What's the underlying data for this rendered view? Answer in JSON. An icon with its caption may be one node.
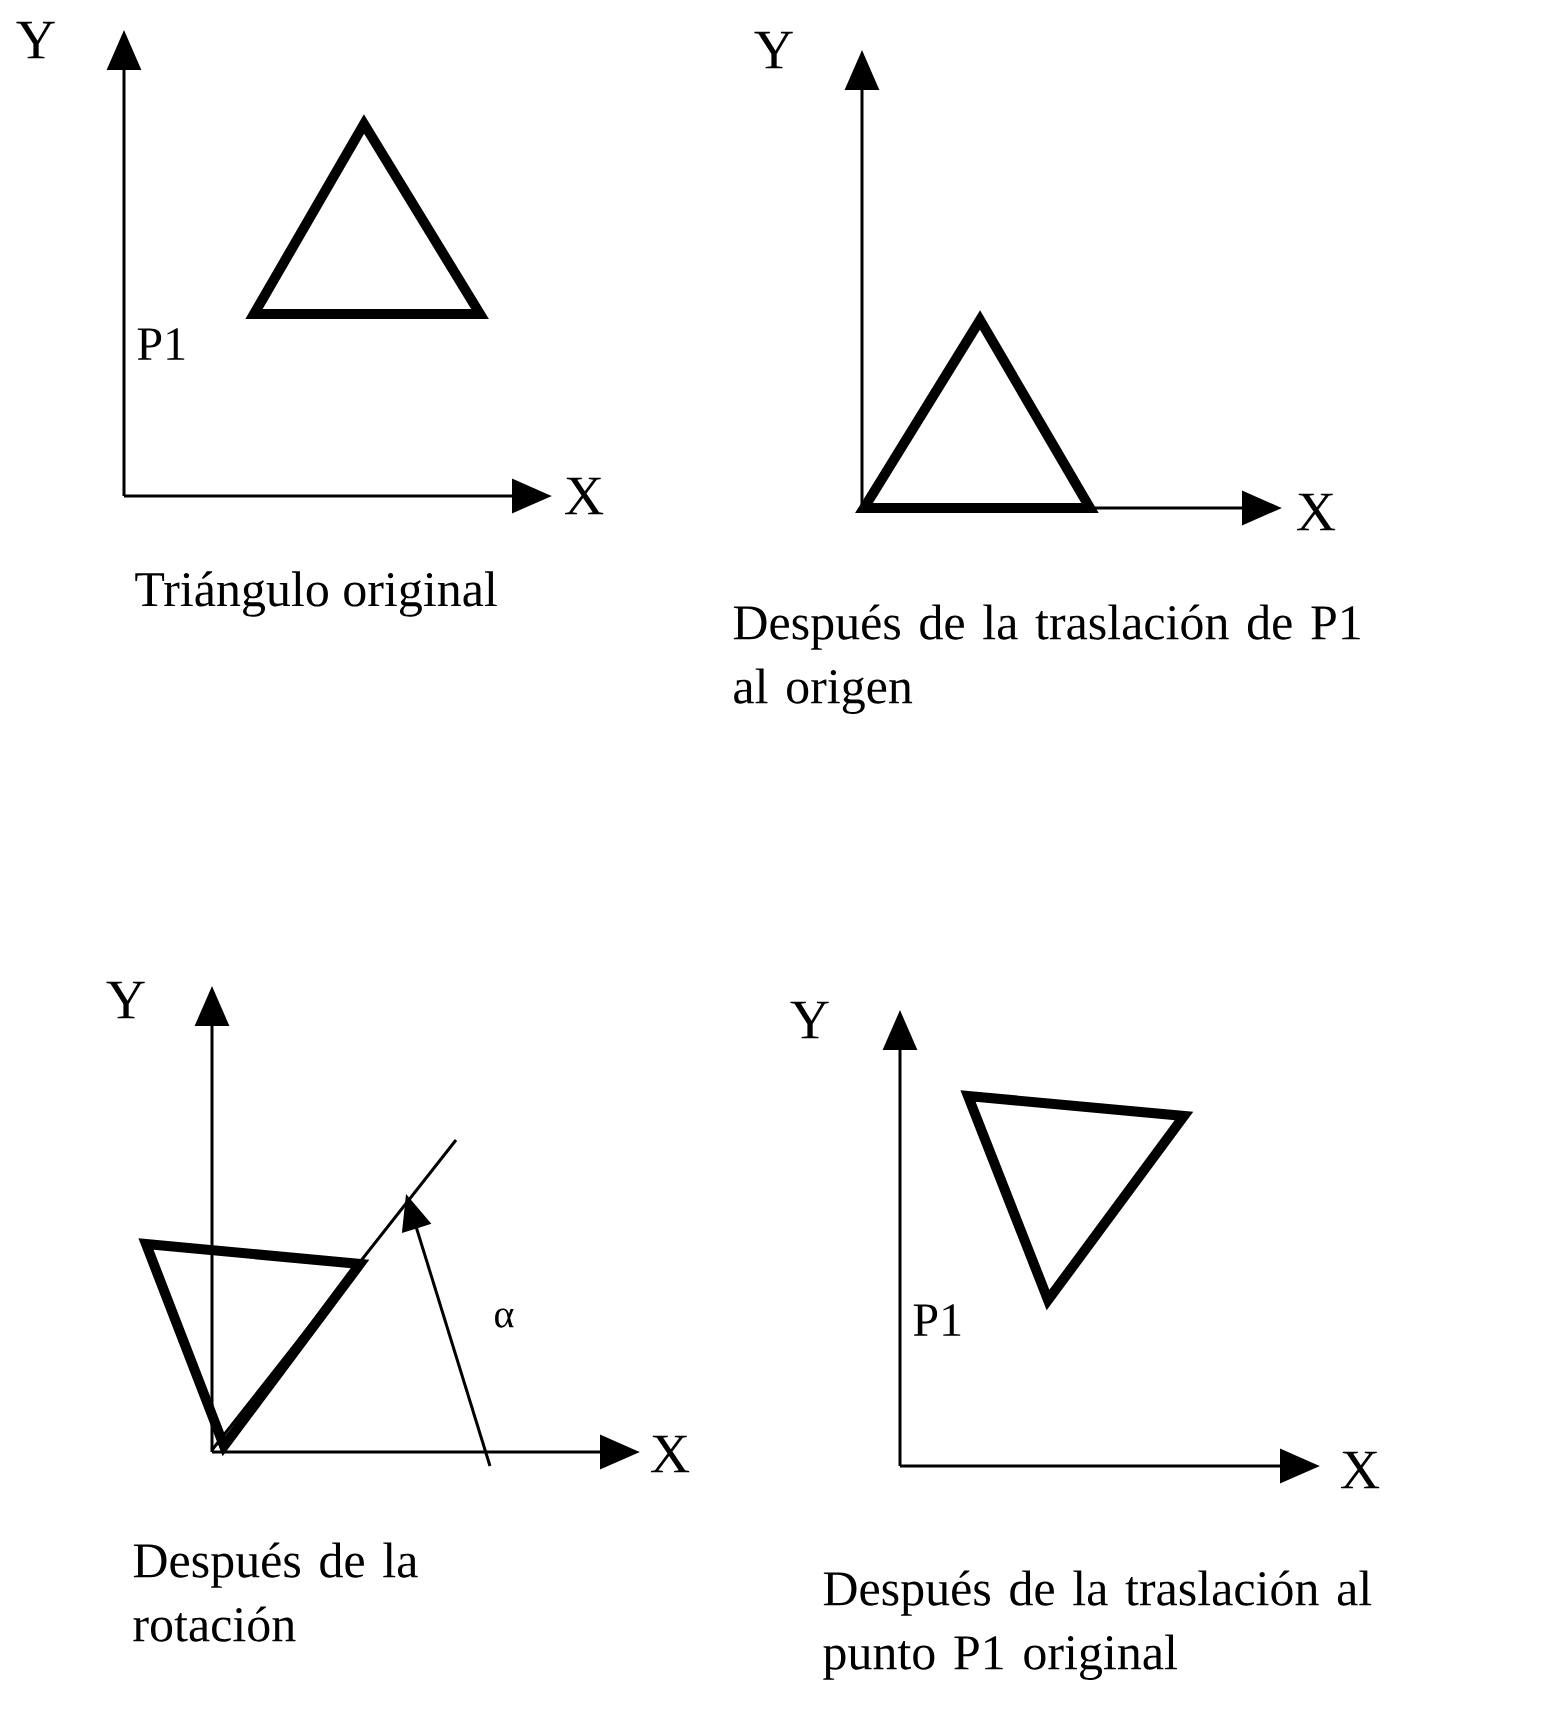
{
  "diagram": {
    "nodes": [
      {
        "text": [],
        "shape": "triangle"
      },
      {
        "text": [],
        "shape": "triangle"
      },
      {
        "text": [],
        "shape": "triangle"
      },
      {
        "text": [],
        "shape": "triangle"
      }
    ],
    "labels": [
      "Y",
      "P1",
      "X",
      "Triángulo original",
      "Y",
      "X",
      "Después de la traslación de P1 al origen",
      "Y",
      "α",
      "X",
      "Después de la rotación",
      "Y",
      "P1",
      "X",
      "Después de la traslación al punto P1 original"
    ]
  }
}
